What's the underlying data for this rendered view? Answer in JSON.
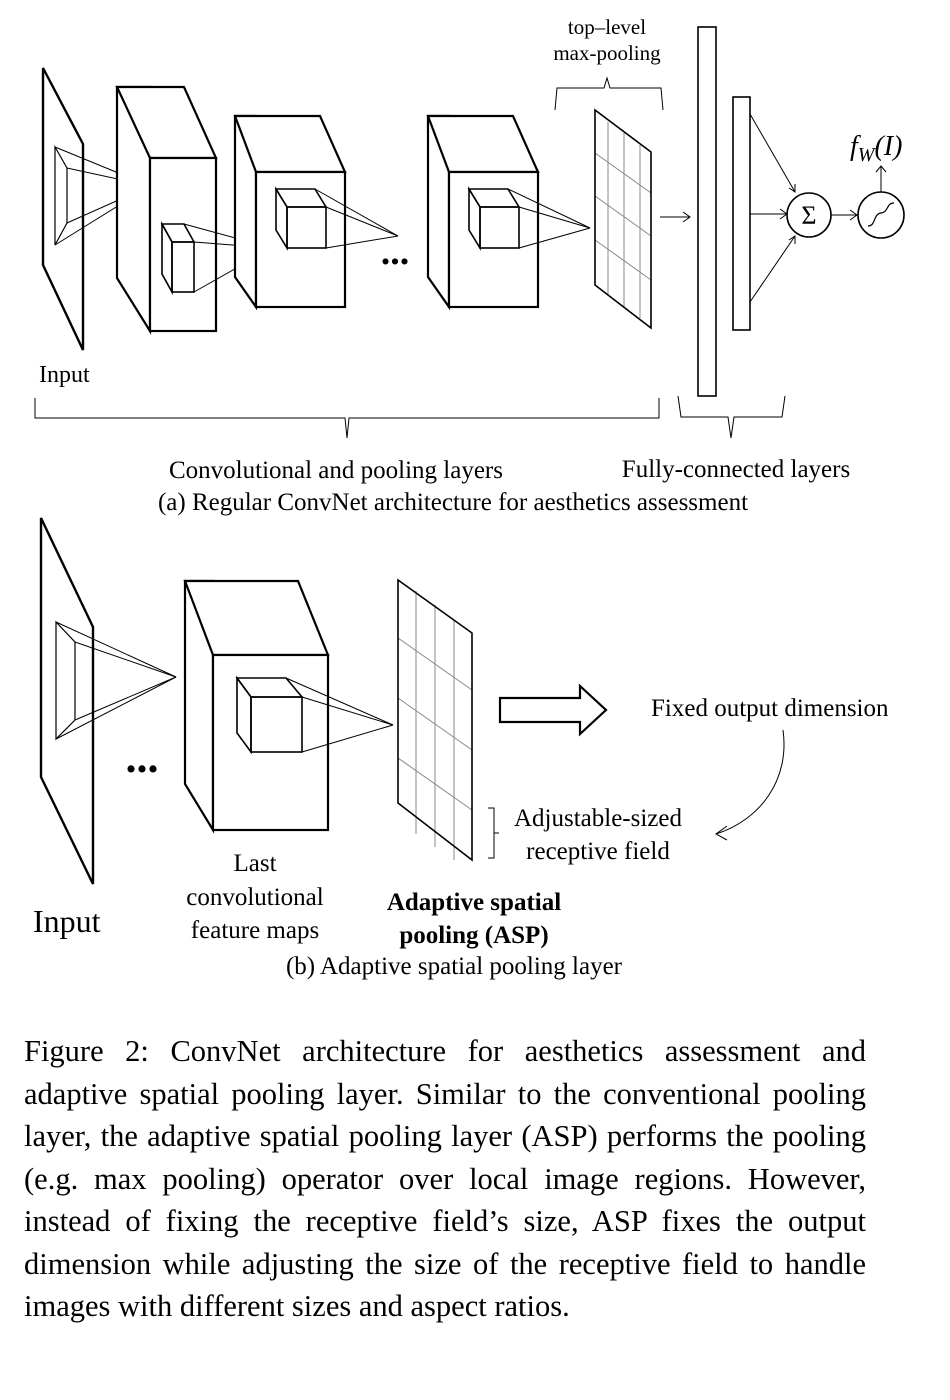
{
  "figure_a": {
    "top_level_line1": "top–level",
    "top_level_line2": "max-pooling",
    "output_label": "f",
    "output_sub": "W",
    "output_arg": "(I)",
    "sum_symbol": "Σ",
    "dots": "...",
    "input_label": "Input",
    "conv_label": "Convolutional and pooling layers",
    "fc_label": "Fully-connected layers",
    "caption": "(a)  Regular ConvNet architecture for aesthetics assessment"
  },
  "figure_b": {
    "dots": "...",
    "fixed_output": "Fixed output dimension",
    "adjustable_line1": "Adjustable-sized",
    "adjustable_line2": "receptive field",
    "last_conv_line1": "Last",
    "last_conv_line2": "convolutional",
    "last_conv_line3": "feature maps",
    "asp_line1": "Adaptive spatial",
    "asp_line2": "pooling (ASP)",
    "input_label": "Input",
    "caption": "(b)  Adaptive spatial pooling layer"
  },
  "figure_caption": "Figure 2:  ConvNet architecture for aesthetics assessment and adaptive spatial pooling layer.  Similar to the conventional pooling layer, the adaptive spatial pooling layer (ASP) performs the pooling (e.g.  max pooling) operator over local image regions. However, instead of fixing the receptive field’s size, ASP fixes the output dimension while adjusting the size of the receptive field to handle images with different sizes and aspect ratios."
}
